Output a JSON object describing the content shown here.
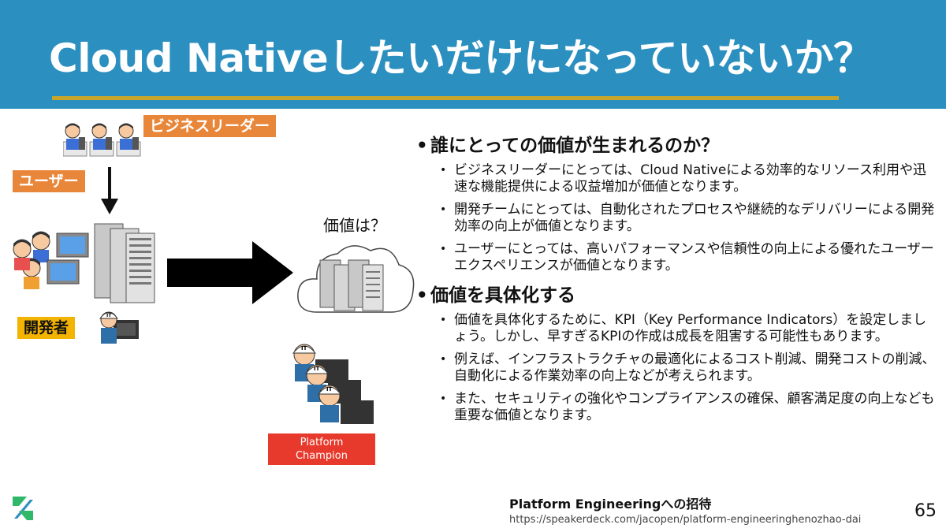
{
  "slide": {
    "title": "Cloud Nativeしたいだけになっていないか？",
    "page_number": "65"
  },
  "diagram": {
    "business_label": "ビジネスリーダー",
    "user_label": "ユーザー",
    "dev_label": "開発者",
    "value_question": "価値は？",
    "champion_label_line1": "Platform",
    "champion_label_line2": "Champion",
    "colors": {
      "header_bg": "#2b8fbf",
      "title_rule": "#c9a62a",
      "orange_tag": "#e8863a",
      "yellow_tag": "#f2b400",
      "red_tag": "#e83a2c"
    },
    "icons": [
      "person-at-computer-icon",
      "server-rack-icon",
      "cloud-icon",
      "it-worker-icon",
      "arrow-down-icon",
      "arrow-right-icon"
    ]
  },
  "content": {
    "sections": [
      {
        "title": "誰にとっての価値が生まれるのか？",
        "points": [
          "ビジネスリーダーにとっては、Cloud Nativeによる効率的なリソース利用や迅速な機能提供による収益増加が価値となります。",
          "開発チームにとっては、自動化されたプロセスや継続的なデリバリーによる開発効率の向上が価値となります。",
          "ユーザーにとっては、高いパフォーマンスや信頼性の向上による優れたユーザーエクスペリエンスが価値となります。"
        ]
      },
      {
        "title": "価値を具体化する",
        "points": [
          "価値を具体化するために、KPI（Key Performance Indicators）を設定しましょう。しかし、早すぎるKPIの作成は成長を阻害する可能性もあります。",
          "例えば、インフラストラクチャの最適化によるコスト削減、開発コストの削減、自動化による作業効率の向上などが考えられます。",
          "また、セキュリティの強化やコンプライアンスの確保、顧客満足度の向上なども重要な価値となります。"
        ]
      }
    ]
  },
  "footer": {
    "title": "Platform Engineeringへの招待",
    "url": "https://speakerdeck.com/jacopen/platform-engineeringhenozhao-dai"
  }
}
